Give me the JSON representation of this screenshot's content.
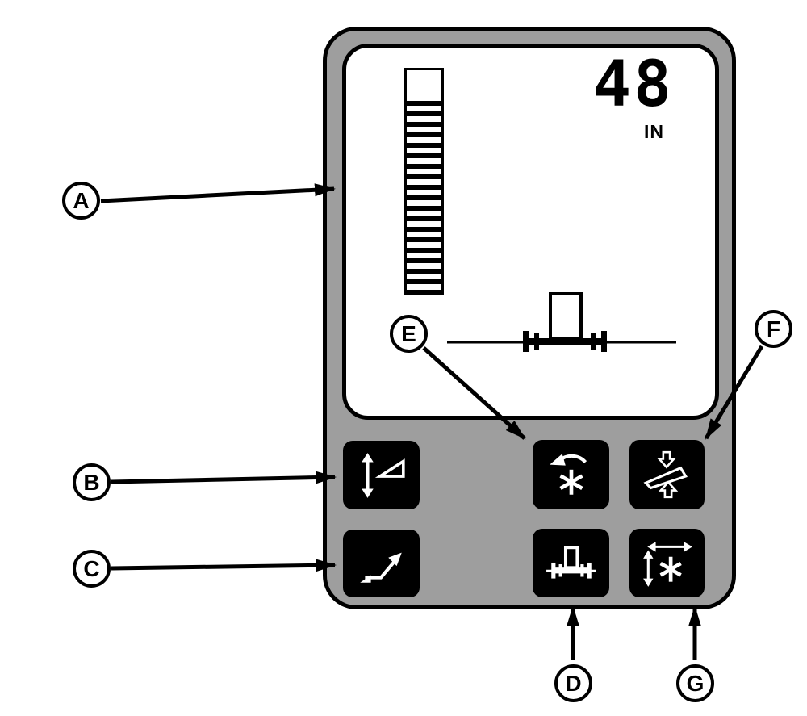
{
  "display": {
    "value": "48",
    "unit": "IN"
  },
  "callouts": {
    "a": "A",
    "b": "B",
    "c": "C",
    "d": "D",
    "e": "E",
    "f": "F",
    "g": "G"
  },
  "buttons": {
    "b": {
      "icon": "height-adjust-icon"
    },
    "c": {
      "icon": "fold-arrow-icon"
    },
    "d": {
      "icon": "implement-icon"
    },
    "e": {
      "icon": "fan-speed-icon"
    },
    "f": {
      "icon": "opener-depth-icon"
    },
    "g": {
      "icon": "fan-rate-icon"
    }
  },
  "colors": {
    "device_body": "#9e9e9e",
    "outline": "#000000",
    "screen_bg": "#ffffff",
    "button_bg": "#000000",
    "icon_fg": "#ffffff"
  }
}
